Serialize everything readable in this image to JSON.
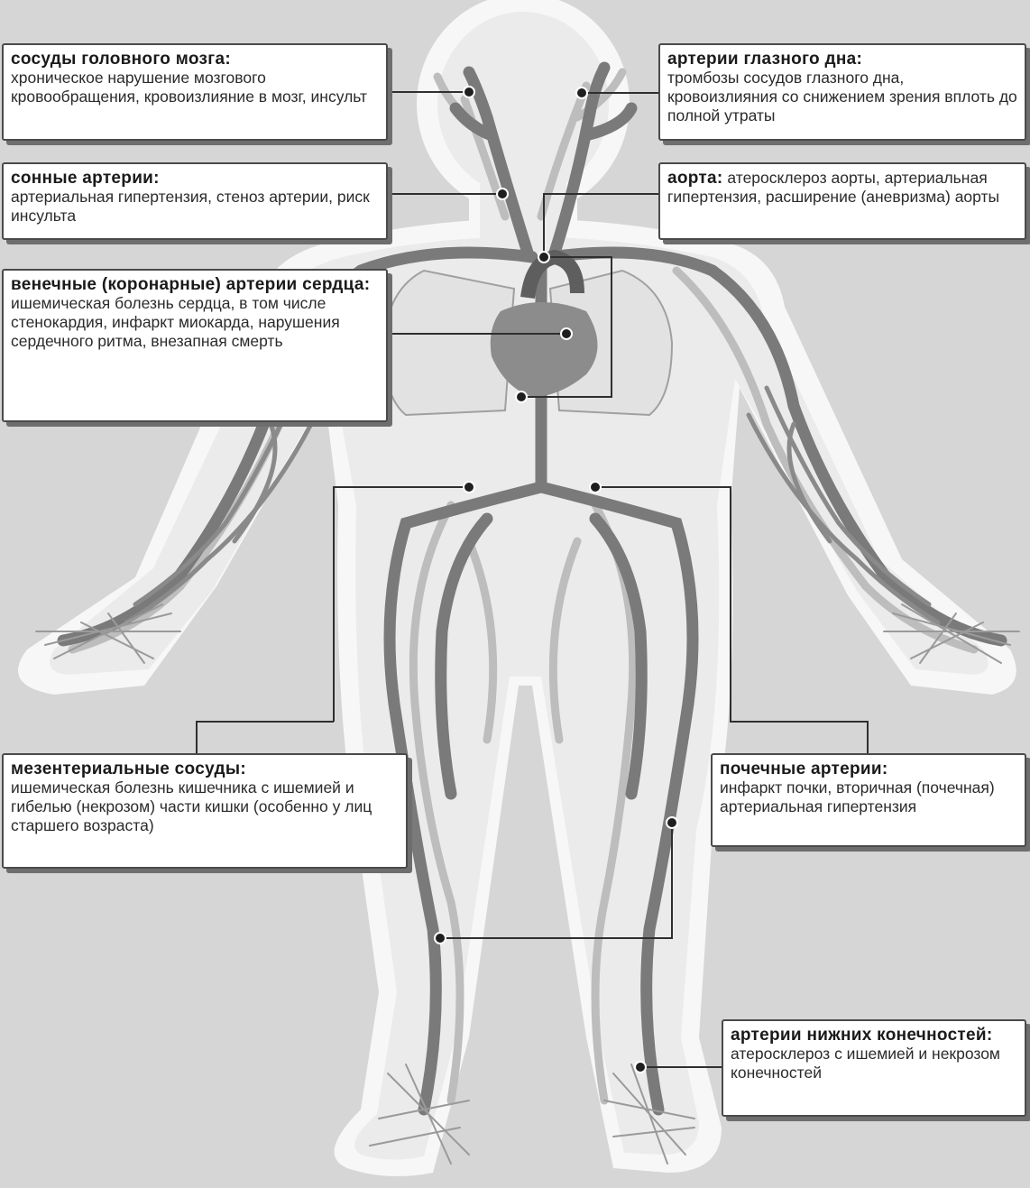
{
  "callouts": {
    "brain": {
      "title": "сосуды головного мозга:",
      "desc": "хроническое нарушение мозгового кровообращения, кровоизлияние в мозг, инсульт"
    },
    "eye": {
      "title": "артерии глазного дна:",
      "desc": "тромбозы сосудов глазного дна, кровоизлияния со снижением зрения вплоть до полной утраты"
    },
    "carotid": {
      "title": "сонные артерии:",
      "desc": "артериальная гипертензия, стеноз артерии, риск инсульта"
    },
    "aorta": {
      "title": "аорта:",
      "desc": "атеросклероз аорты, артериальная гипертензия, расширение (аневризма) аорты"
    },
    "coronary": {
      "title": "венечные (коронарные) артерии сердца:",
      "desc": "ишемическая болезнь сердца, в том числе стенокардия, инфаркт миокарда, нарушения сердечного ритма, внезапная смерть"
    },
    "mesenteric": {
      "title": "мезентериальные сосуды:",
      "desc": "ишемическая болезнь кишечника с ишемией и гибелью (некрозом) части кишки (особенно у лиц старшего возраста)"
    },
    "renal": {
      "title": "почечные артерии:",
      "desc": "инфаркт почки, вторичная (почечная) артериальная гипертензия"
    },
    "limbs": {
      "title": "артерии нижних конечностей:",
      "desc": "атеросклероз с ишемией и некрозом конечностей"
    }
  },
  "colors": {
    "background": "#d6d6d6",
    "body_halo": "#f7f7f7",
    "body_fill": "#ebebeb",
    "artery_dark": "#7a7a7a",
    "vessel_light": "#bdbdbd",
    "heart": "#8c8c8c"
  }
}
